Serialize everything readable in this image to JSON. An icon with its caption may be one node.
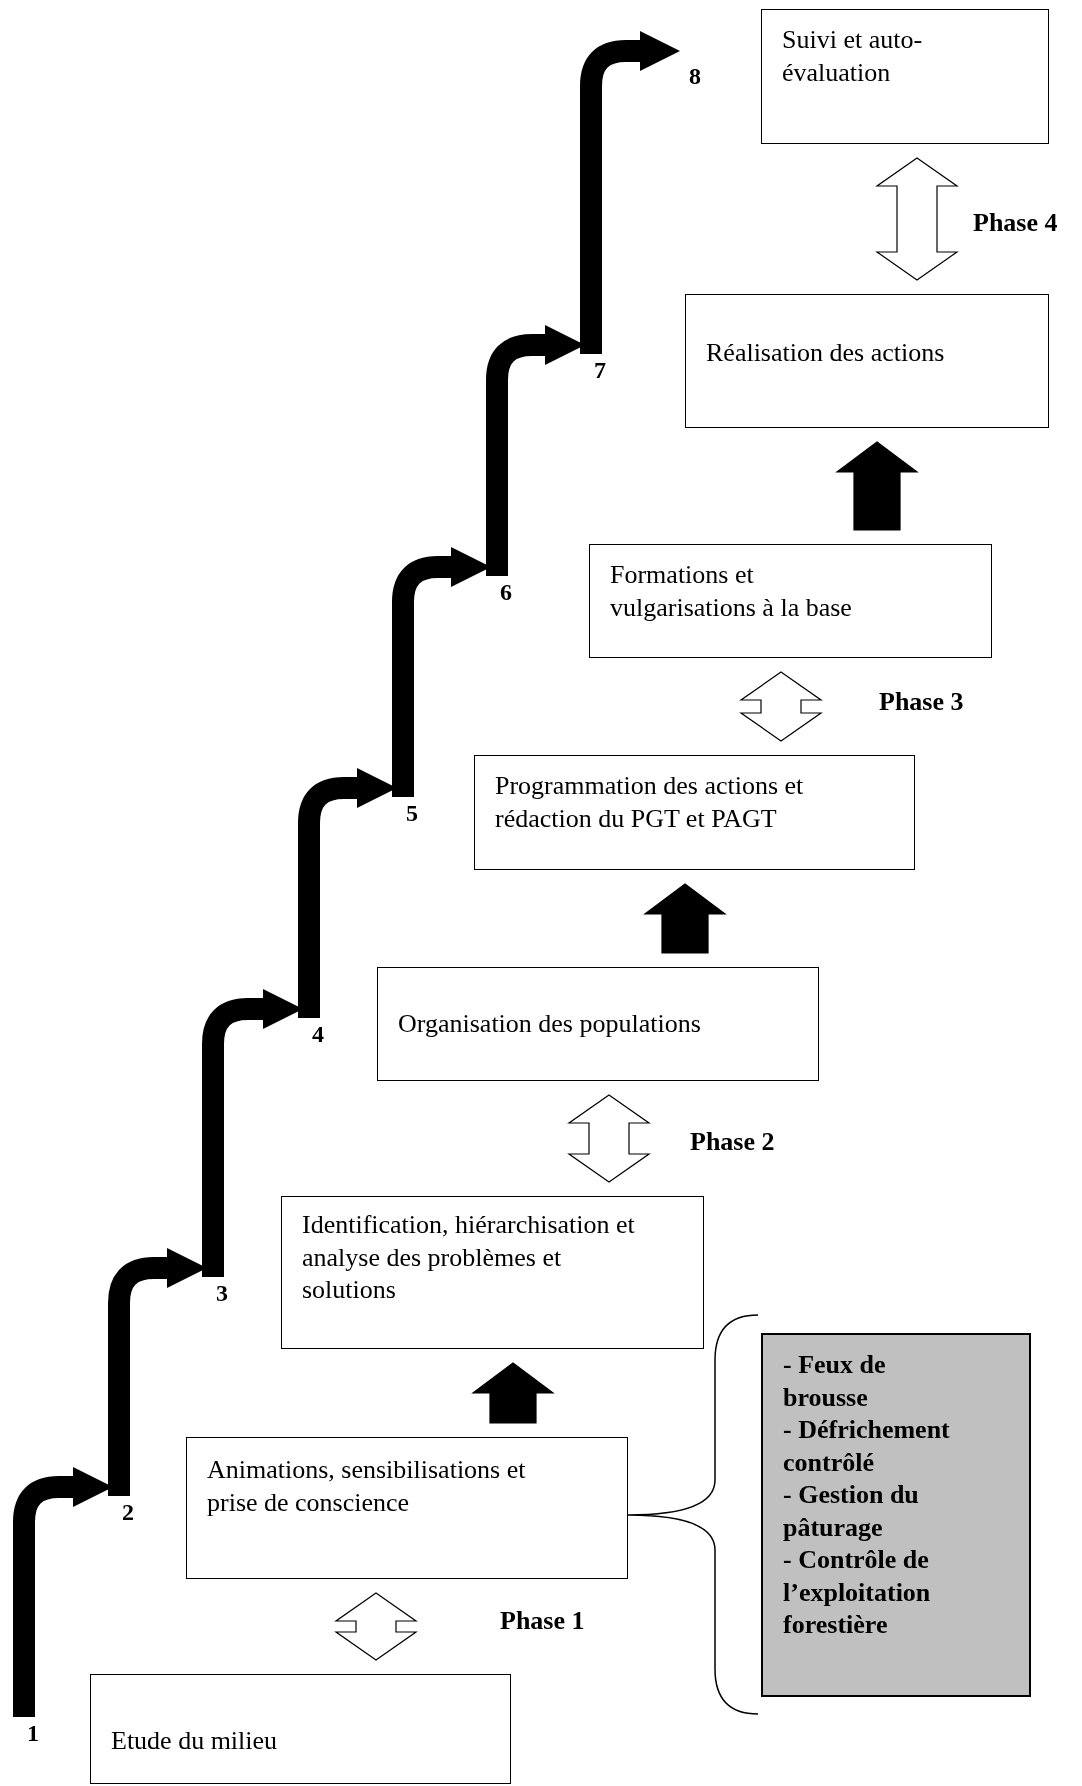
{
  "diagram": {
    "nodes": [
      {
        "text": [
          "Suivi et auto-évaluation"
        ]
      },
      {
        "text": [
          "Réalisation des actions"
        ]
      },
      {
        "text": [
          "Formations et vulgarisations à la base"
        ]
      },
      {
        "text": [
          "Programmation des actions et rédaction du PGT et PAGT"
        ]
      },
      {
        "text": [
          "Organisation des populations"
        ]
      },
      {
        "text": [
          "Identification, hiérarchisation et analyse des problèmes et solutions"
        ]
      },
      {
        "text": [
          "- Feux de brousse",
          "- Défrichement contrôlé",
          "- Gestion du pâturage",
          "- Contrôle de l’exploitation forestière"
        ]
      },
      {
        "text": [
          "Animations, sensibilisations et prise de conscience"
        ]
      },
      {
        "text": [
          "Etude du milieu"
        ]
      },
      {
        "text": [
          "1"
        ]
      },
      {
        "text": [
          "2"
        ]
      },
      {
        "text": [
          "3"
        ]
      },
      {
        "text": [
          "4"
        ]
      },
      {
        "text": [
          "5"
        ]
      },
      {
        "text": [
          "6"
        ]
      },
      {
        "text": [
          "7"
        ]
      },
      {
        "text": [
          "8"
        ]
      }
    ],
    "edges": [
      {
        "from": 1,
        "to": 0,
        "arrow": "both"
      },
      {
        "from": 2,
        "to": 1,
        "arrow": "to"
      },
      {
        "from": 3,
        "to": 2,
        "arrow": "both"
      },
      {
        "from": 4,
        "to": 3,
        "arrow": "to"
      },
      {
        "from": 5,
        "to": 4,
        "arrow": "both"
      },
      {
        "from": 7,
        "to": 5,
        "arrow": "to"
      },
      {
        "from": 8,
        "to": 7,
        "arrow": "both"
      },
      {
        "from": 6,
        "to": 7,
        "arrow": "none"
      },
      {
        "from": 9,
        "to": 10,
        "arrow": "to"
      },
      {
        "from": 10,
        "to": 11,
        "arrow": "to"
      },
      {
        "from": 11,
        "to": 12,
        "arrow": "to"
      },
      {
        "from": 12,
        "to": 13,
        "arrow": "to"
      },
      {
        "from": 13,
        "to": 14,
        "arrow": "to"
      },
      {
        "from": 14,
        "to": 15,
        "arrow": "to"
      },
      {
        "from": 15,
        "to": 16,
        "arrow": "to"
      }
    ],
    "labels": [
      "Phase 4",
      "Phase 3",
      "Phase 2",
      "Phase 1"
    ]
  }
}
